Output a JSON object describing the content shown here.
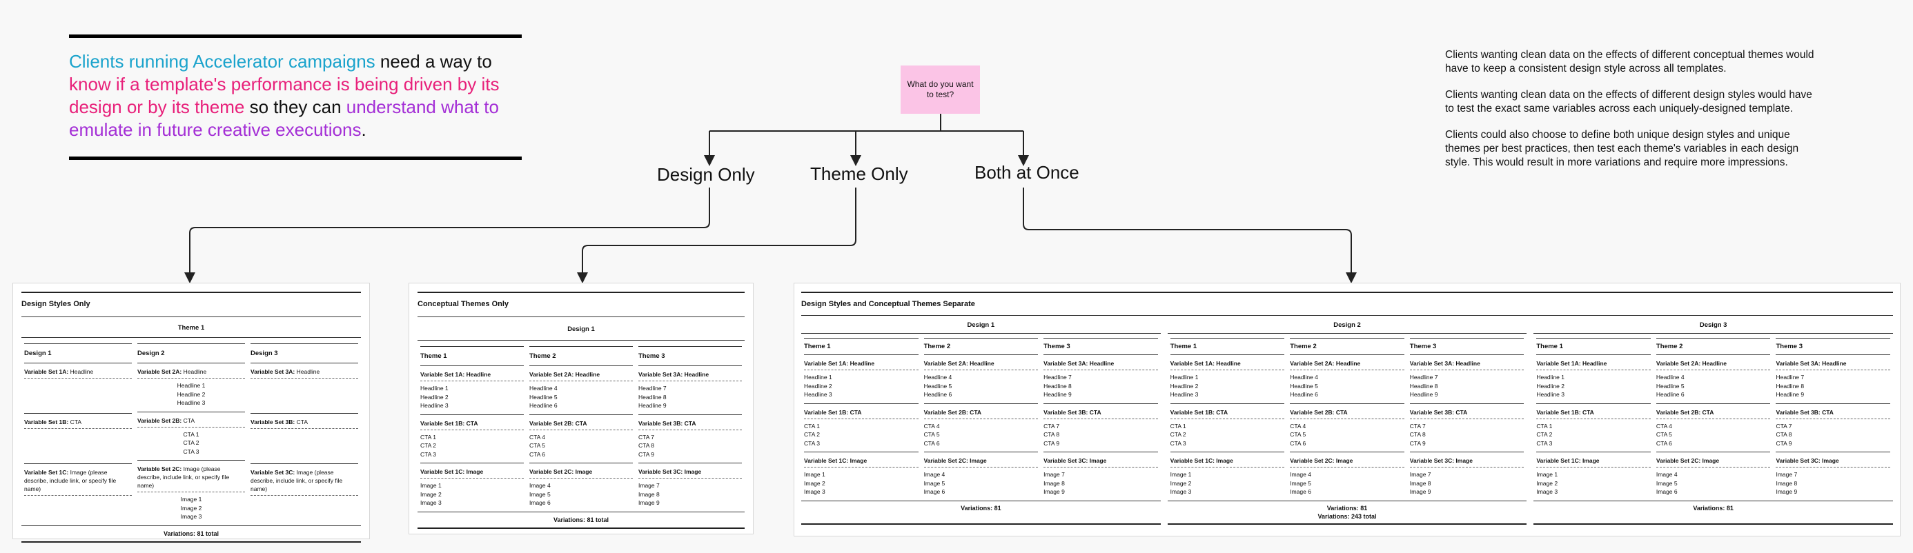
{
  "callout": {
    "seg1": "Clients running Accelerator campaigns",
    "seg2": " need a way to ",
    "seg3": "know if a template's performance is being driven by its design or by its theme",
    "seg4": " so they can ",
    "seg5": "understand what to emulate in future creative executions",
    "seg6": "."
  },
  "flow": {
    "question": "What do you want to test?",
    "options": [
      "Design Only",
      "Theme Only",
      "Both at Once"
    ]
  },
  "notes": [
    "Clients wanting clean data on the effects of different conceptual themes would have to keep a consistent design style across all templates.",
    "Clients wanting clean data on the effects of different design styles would have to test the exact same variables across each uniquely-designed template.",
    "Clients could also choose to define both unique design styles and unique themes per best practices, then test each theme's variables in each design style. This would result in more variations and require more impressions."
  ],
  "panel1": {
    "title": "Design Styles Only",
    "theme": "Theme 1",
    "columns": [
      "Design 1",
      "Design 2",
      "Design 3"
    ],
    "set1": [
      "Variable Set 1A:",
      "Variable Set 2A:",
      "Variable Set 3A:"
    ],
    "set1_value": "Headline",
    "headlines": [
      "Headline 1",
      "Headline 2",
      "Headline 3"
    ],
    "set2": [
      "Variable Set 1B:",
      "Variable Set 2B:",
      "Variable Set 3B:"
    ],
    "set2_value": "CTA",
    "ctas": [
      "CTA 1",
      "CTA 2",
      "CTA 3"
    ],
    "set3": [
      "Variable Set 1C:",
      "Variable Set 2C:",
      "Variable Set 3C:"
    ],
    "set3_value": "Image (please describe, include link, or specify file name)",
    "images": [
      "Image 1",
      "Image 2",
      "Image 3"
    ],
    "footer": "Variations: 81 total"
  },
  "panel2": {
    "title": "Conceptual Themes Only",
    "design": "Design 1",
    "columns": [
      "Theme 1",
      "Theme 2",
      "Theme 3"
    ],
    "set1": [
      "Variable Set 1A: Headline",
      "Variable Set 2A: Headline",
      "Variable Set 3A: Headline"
    ],
    "headlines": [
      [
        "Headline 1",
        "Headline 2",
        "Headline 3"
      ],
      [
        "Headline 4",
        "Headline 5",
        "Headline 6"
      ],
      [
        "Headline 7",
        "Headline 8",
        "Headline 9"
      ]
    ],
    "set2": [
      "Variable Set 1B: CTA",
      "Variable Set 2B: CTA",
      "Variable Set 3B: CTA"
    ],
    "ctas": [
      [
        "CTA 1",
        "CTA 2",
        "CTA 3"
      ],
      [
        "CTA 4",
        "CTA 5",
        "CTA 6"
      ],
      [
        "CTA 7",
        "CTA 8",
        "CTA 9"
      ]
    ],
    "set3": [
      "Variable Set 1C: Image",
      "Variable Set 2C: Image",
      "Variable Set 3C: Image"
    ],
    "images": [
      [
        "Image 1",
        "Image 2",
        "Image 3"
      ],
      [
        "Image 4",
        "Image 5",
        "Image 6"
      ],
      [
        "Image 7",
        "Image 8",
        "Image 9"
      ]
    ],
    "footer": "Variations: 81 total"
  },
  "panel3": {
    "title": "Design Styles and Conceptual Themes Separate",
    "designs": [
      {
        "name": "Design 1",
        "footer": "Variations: 81",
        "footer2": ""
      },
      {
        "name": "Design 2",
        "footer": "Variations: 81",
        "footer2": "Variations: 243 total"
      },
      {
        "name": "Design 3",
        "footer": "Variations: 81",
        "footer2": ""
      }
    ],
    "themes": [
      "Theme 1",
      "Theme 2",
      "Theme 3"
    ],
    "set1": [
      "Variable Set 1A: Headline",
      "Variable Set 2A: Headline",
      "Variable Set 3A: Headline"
    ],
    "headlines": [
      [
        "Headline 1",
        "Headline 2",
        "Headline 3"
      ],
      [
        "Headline 4",
        "Headline 5",
        "Headline 6"
      ],
      [
        "Headline 7",
        "Headline 8",
        "Headline 9"
      ]
    ],
    "set2": [
      "Variable Set 1B: CTA",
      "Variable Set 2B: CTA",
      "Variable Set 3B: CTA"
    ],
    "ctas": [
      [
        "CTA 1",
        "CTA 2",
        "CTA 3"
      ],
      [
        "CTA 4",
        "CTA 5",
        "CTA 6"
      ],
      [
        "CTA 7",
        "CTA 8",
        "CTA 9"
      ]
    ],
    "set3": [
      "Variable Set 1C: Image",
      "Variable Set 2C: Image",
      "Variable Set 3C: Image"
    ],
    "images": [
      [
        "Image 1",
        "Image 2",
        "Image 3"
      ],
      [
        "Image 4",
        "Image 5",
        "Image 6"
      ],
      [
        "Image 7",
        "Image 8",
        "Image 9"
      ]
    ]
  }
}
